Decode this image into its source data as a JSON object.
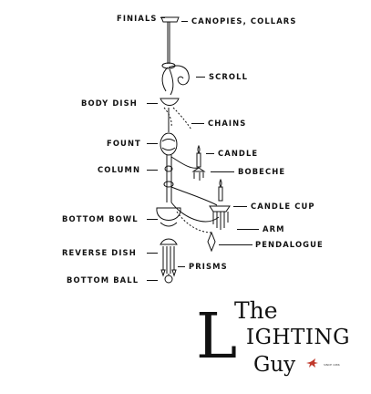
{
  "diagram": {
    "labels_left": {
      "finials": "FINIALS",
      "body_dish": "BODY DISH",
      "fount": "FOUNT",
      "column": "COLUMN",
      "bottom_bowl": "BOTTOM BOWL",
      "reverse_dish": "REVERSE DISH",
      "bottom_ball": "BOTTOM BALL"
    },
    "labels_right": {
      "canopies_collars": "CANOPIES, COLLARS",
      "scroll": "SCROLL",
      "chains": "CHAINS",
      "candle": "CANDLE",
      "bobeche": "BOBECHE",
      "candle_cup": "CANDLE CUP",
      "arm": "ARM",
      "pendalogue": "PENDALOGUE",
      "prisms": "PRISMS"
    }
  },
  "logo": {
    "the": "The",
    "l": "L",
    "ighting": "IGHTING",
    "guy": "Guy",
    "tagline": "SINCE 1986",
    "accent_color": "#c0392b"
  }
}
